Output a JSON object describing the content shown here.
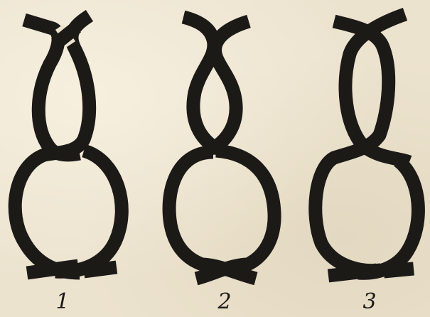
{
  "figures": [
    {
      "id": "1",
      "label": "1"
    },
    {
      "id": "2",
      "label": "2"
    },
    {
      "id": "3",
      "label": "3"
    }
  ]
}
